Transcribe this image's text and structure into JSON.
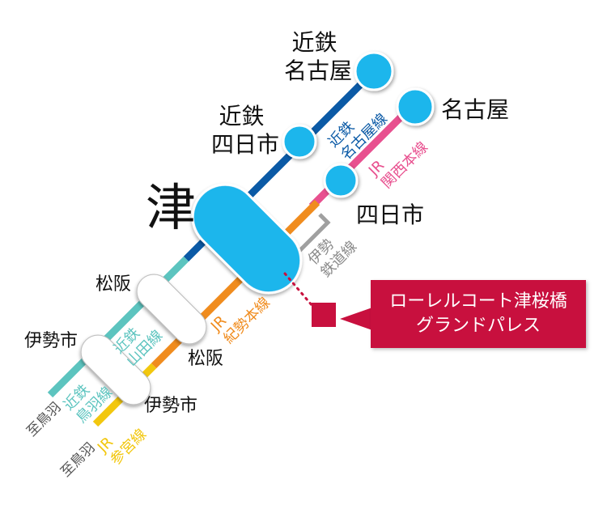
{
  "stations": {
    "kintetsu_nagoya": "近鉄\n名古屋",
    "kintetsu_yokkaichi": "近鉄\n四日市",
    "tsu": "津",
    "jr_nagoya": "名古屋",
    "jr_yokkaichi": "四日市",
    "matsusaka_left": "松阪",
    "matsusaka_right": "松阪",
    "iseshi_left": "伊勢市",
    "iseshi_right": "伊勢市",
    "to_toba_1": "至鳥羽",
    "to_toba_2": "至鳥羽"
  },
  "lines": {
    "kintetsu_nagoya_line": "近鉄\n名古屋線",
    "jr_kansai_line": "JR\n関西本線",
    "ise_railway": "伊勢\n鉄道線",
    "jr_kisei_line": "JR\n紀勢本線",
    "kintetsu_yamada_line": "近鉄\n山田線",
    "kintetsu_toba_line": "近鉄\n鳥羽線",
    "jr_sangu_line": "JR\n参宮線"
  },
  "callout": {
    "line1": "ローレルコート津桜橋",
    "line2": "グランドパレス"
  },
  "colors": {
    "kintetsu_nagoya": "#0b5aa6",
    "jr_kansai": "#e8508f",
    "ise_railway": "#a0a0a0",
    "jr_kisei": "#f08c1e",
    "kintetsu_yamada": "#5cc4bf",
    "jr_sangu": "#f2c70e",
    "station_fill": "#1fb6ec",
    "callout_red": "#c8103e"
  }
}
